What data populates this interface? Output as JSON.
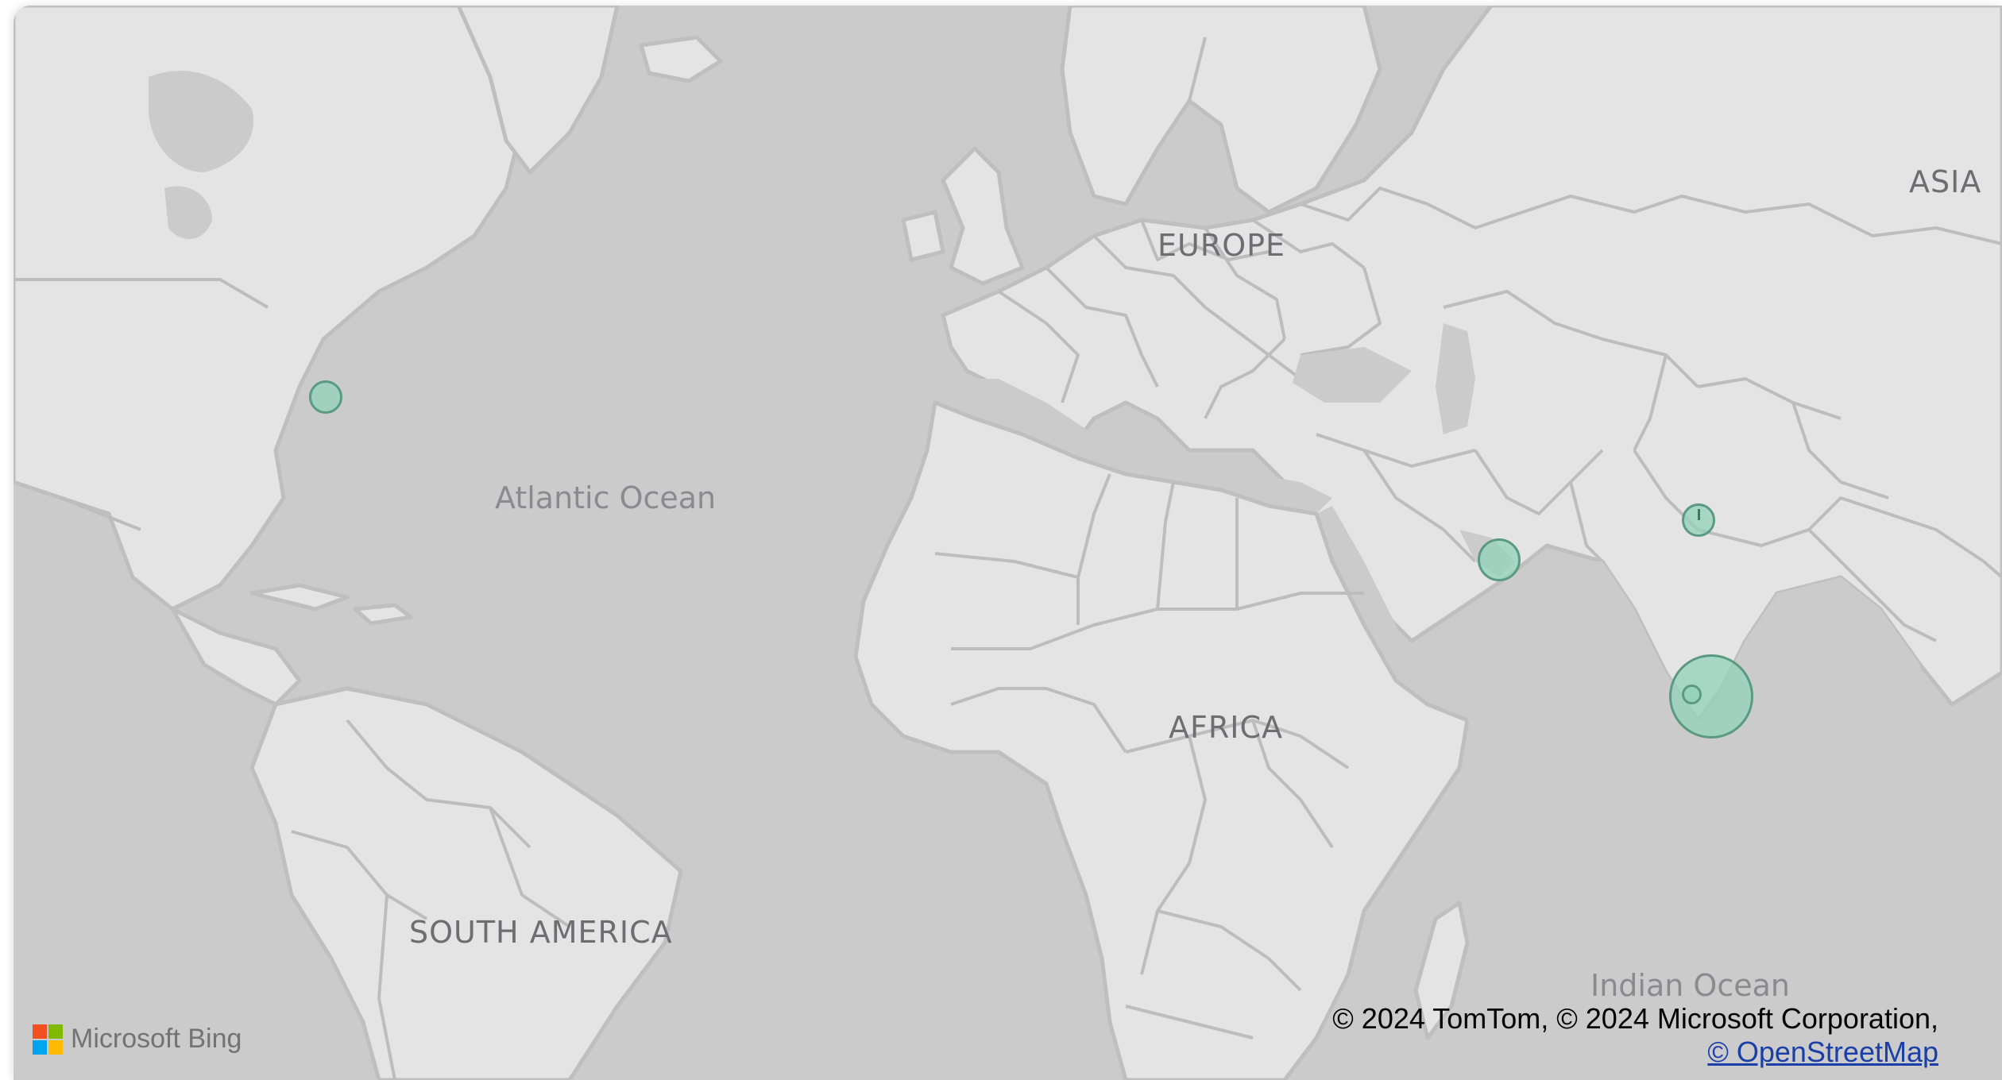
{
  "map": {
    "labels": {
      "europe": "EUROPE",
      "asia": "ASIA",
      "africa": "AFRICA",
      "south_america": "SOUTH AMERICA",
      "atlantic": "Atlantic Ocean",
      "indian": "Indian Ocean"
    },
    "colors": {
      "water": "#cbcbcb",
      "land": "#e4e4e4",
      "bubble_fill": "#91d2b9",
      "bubble_stroke": "#5a9a84"
    },
    "bubbles": [
      {
        "id": "new-york",
        "size": "small"
      },
      {
        "id": "gulf",
        "size": "medium"
      },
      {
        "id": "north-india",
        "size": "small"
      },
      {
        "id": "south-india",
        "size": "large"
      },
      {
        "id": "south-india-inner",
        "size": "tiny"
      }
    ]
  },
  "branding": {
    "logo_text": "Microsoft Bing"
  },
  "attribution": {
    "line1": "© 2024 TomTom, © 2024 Microsoft Corporation,",
    "link": "© OpenStreetMap"
  }
}
